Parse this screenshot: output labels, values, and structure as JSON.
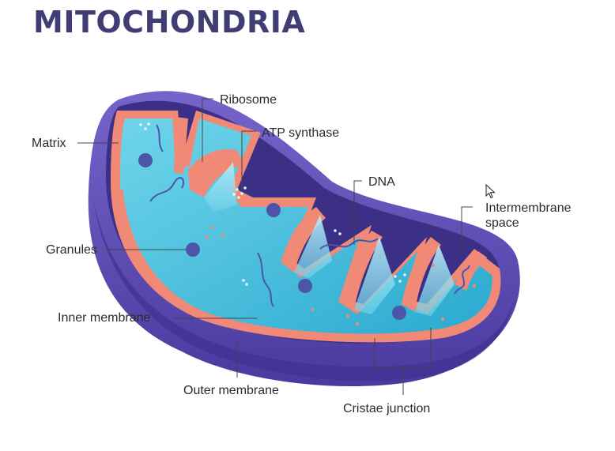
{
  "title": "MITOCHONDRIA",
  "labels": {
    "ribosome": "Ribosome",
    "atp_synthase": "ATP synthase",
    "matrix": "Matrix",
    "dna": "DNA",
    "intermembrane_line1": "Intermembrane",
    "intermembrane_line2": "space",
    "granules": "Granules",
    "inner_membrane": "Inner membrane",
    "outer_membrane": "Outer membrane",
    "cristae_junction": "Cristae junction"
  },
  "colors": {
    "title": "#3f3d74",
    "outer_membrane": "#5a4bb3",
    "intermembrane_space": "#3b2f86",
    "inner_membrane": "#f08a77",
    "matrix": "#39bcd8",
    "granule": "#4d55a8",
    "leader_line": "#444444"
  },
  "icons": {
    "cursor": "mouse-pointer-icon"
  }
}
